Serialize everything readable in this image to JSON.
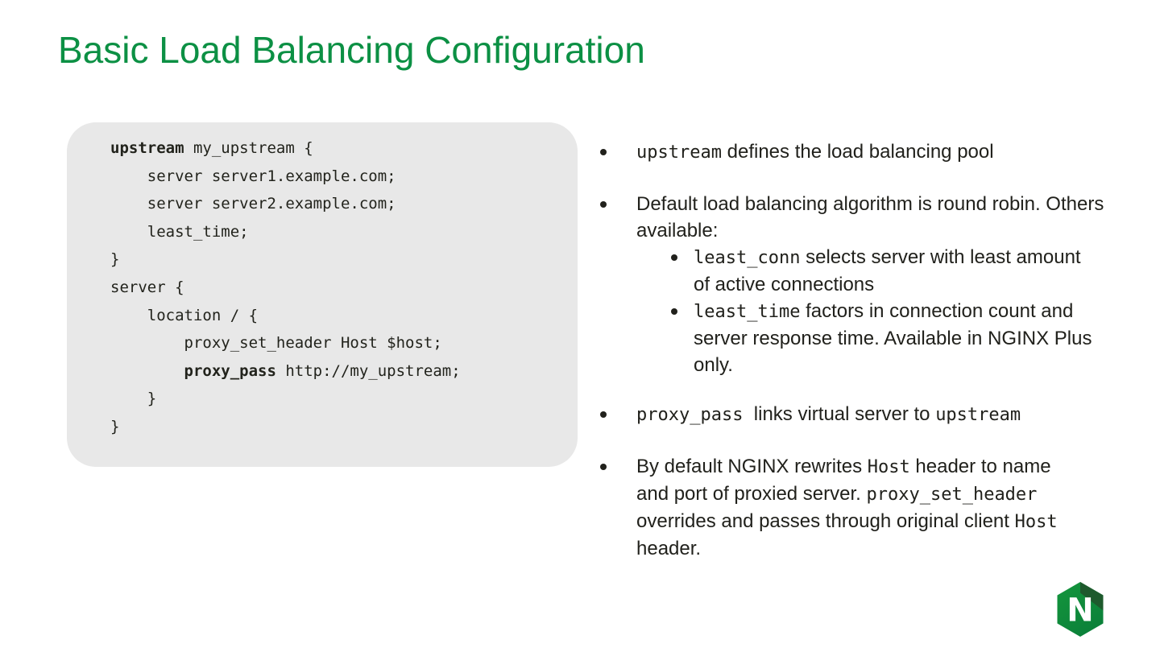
{
  "slide": {
    "title": "Basic Load Balancing Configuration"
  },
  "colors": {
    "accent_green": "#0c9044",
    "code_panel_bg": "#e8e8e8",
    "body_text": "#21211c",
    "logo_green_light": "#14963c",
    "logo_green_dark": "#1e5a2d",
    "logo_letter_color": "#ffffff"
  },
  "code": {
    "lines": [
      {
        "pre": "",
        "bold": "upstream",
        "rest": " my_upstream {"
      },
      {
        "pre": "",
        "bold": "",
        "rest": "    server server1.example.com;"
      },
      {
        "pre": "",
        "bold": "",
        "rest": "    server server2.example.com;"
      },
      {
        "pre": "",
        "bold": "",
        "rest": "    least_time;"
      },
      {
        "pre": "",
        "bold": "",
        "rest": "}"
      },
      {
        "pre": "",
        "bold": "",
        "rest": "server {"
      },
      {
        "pre": "",
        "bold": "",
        "rest": "    location / {"
      },
      {
        "pre": "",
        "bold": "",
        "rest": "        proxy_set_header Host $host;"
      },
      {
        "pre": "        ",
        "bold": "proxy_pass",
        "rest": " http://my_upstream;"
      },
      {
        "pre": "",
        "bold": "",
        "rest": "    }"
      },
      {
        "pre": "",
        "bold": "",
        "rest": "}"
      }
    ]
  },
  "bullets": {
    "b1": {
      "mono1": "upstream",
      "text1": " defines the load balancing pool"
    },
    "b2": {
      "text1": "Default load balancing algorithm is round robin. Others available:"
    },
    "sub1": {
      "mono1": "least_conn",
      "text1": " selects server with least amount of active connections"
    },
    "sub2": {
      "mono1": "least_time",
      "text1": " factors in connection count and server response time. Available in NGINX Plus only."
    },
    "b3": {
      "mono1": "proxy_pass",
      "text1": "  links virtual server to ",
      "mono2": "upstream"
    },
    "b4": {
      "text1": "By default NGINX rewrites ",
      "mono1": "Host",
      "text2": " header to name and port of proxied server. ",
      "mono2": "proxy_set_header",
      "text3": " overrides and passes through original client ",
      "mono3": "Host",
      "text4": " header."
    }
  },
  "logo": {
    "letter": "N"
  }
}
